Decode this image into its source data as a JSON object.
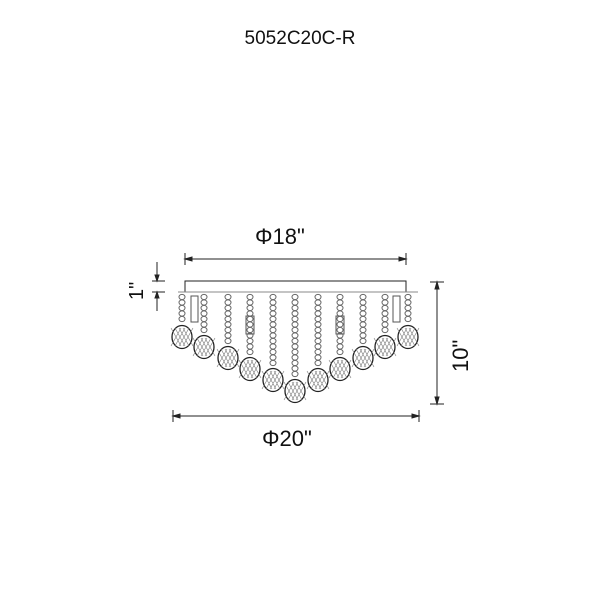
{
  "title": "5052C20C-R",
  "dimensions": {
    "top_diameter": "Φ18\"",
    "bottom_diameter": "Φ20\"",
    "height": "10\"",
    "canopy_height": "1\""
  },
  "crystal_strands": 11,
  "line_color": "#222222"
}
